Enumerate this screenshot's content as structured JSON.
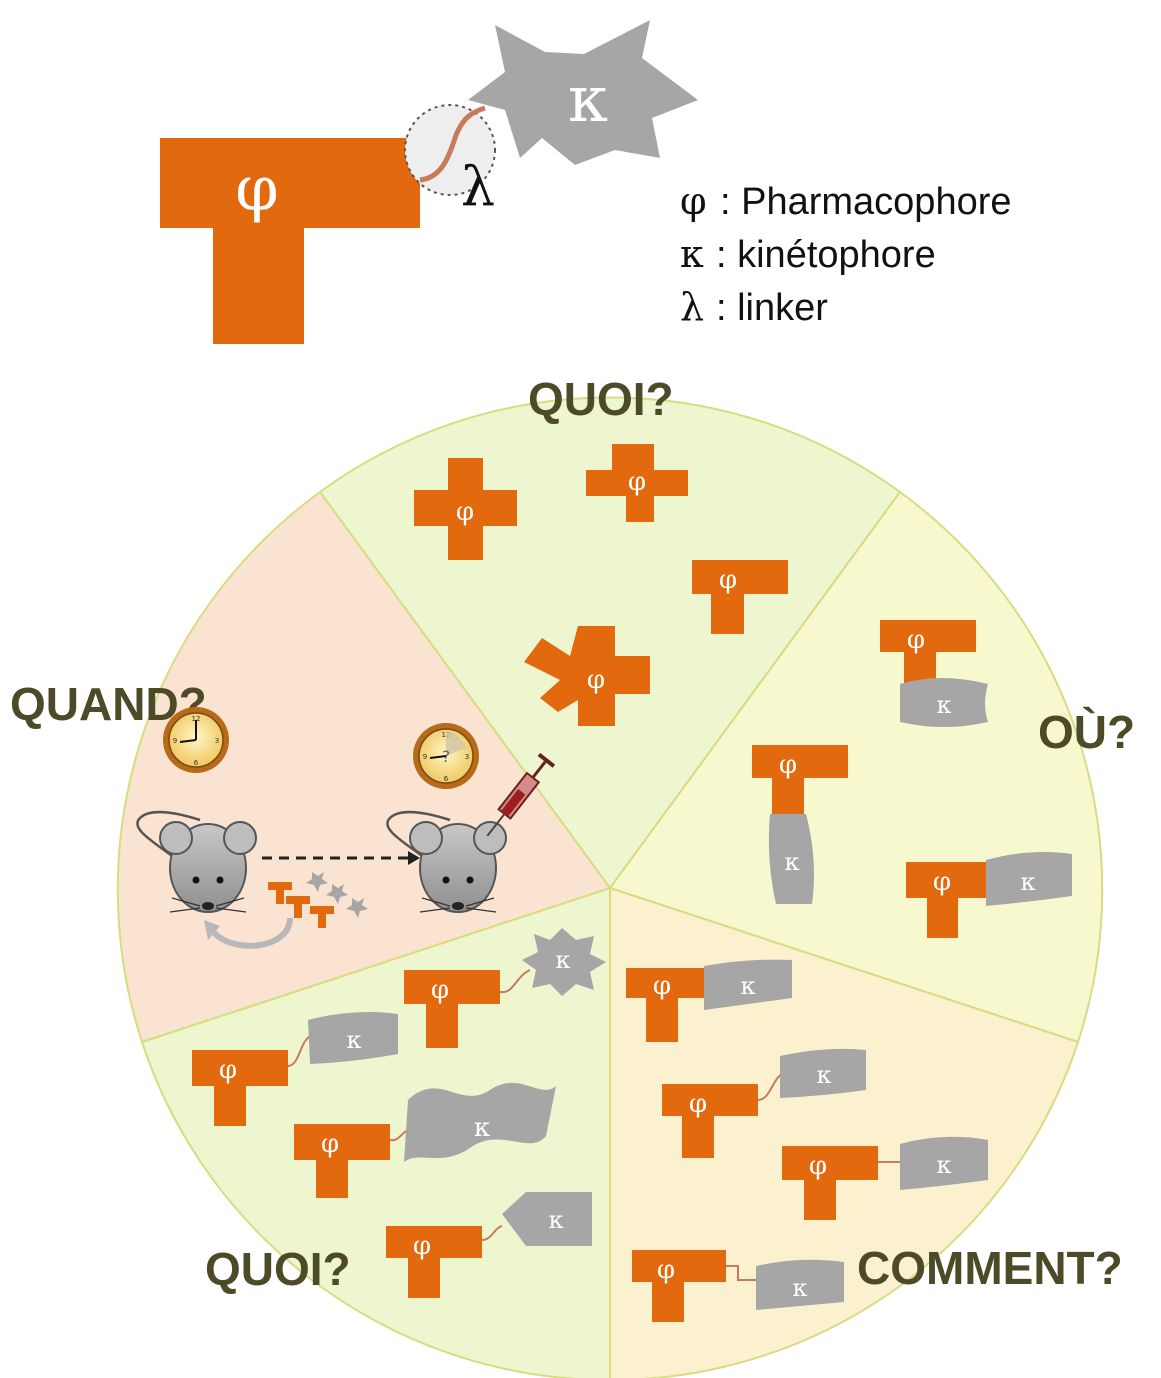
{
  "colors": {
    "pharmacophore": "#e2690d",
    "kinetophore": "#a6a6a6",
    "quand_sector": "#fbe3d2",
    "quoi_sector": "#eef6cf",
    "ou_sector": "#f8f8cf",
    "comment_sector": "#fcf1cf",
    "sector_border": "#d8dc80",
    "label": "#4d4a28"
  },
  "top": {
    "phi": "φ",
    "kappa": "κ",
    "lambda": "λ"
  },
  "legend": [
    {
      "symbol": "φ",
      "text": ": Pharmacophore"
    },
    {
      "symbol": "κ",
      "text": ": kinétophore"
    },
    {
      "symbol": "λ",
      "text": ": linker"
    }
  ],
  "sectors": {
    "quoi_top": "QUOI?",
    "ou": "OÙ?",
    "comment": "COMMENT?",
    "quoi_bottom": "QUOI?",
    "quand": "QUAND?"
  },
  "symbols": {
    "phi": "φ",
    "kappa": "κ"
  },
  "clocks": [
    {
      "id": "clock-1",
      "mark": ""
    },
    {
      "id": "clock-2",
      "mark": "?"
    }
  ],
  "icons": [
    "clock-icon",
    "mouse-icon",
    "syringe-icon",
    "dashed-arrow-icon",
    "cycle-arrow-icon"
  ]
}
